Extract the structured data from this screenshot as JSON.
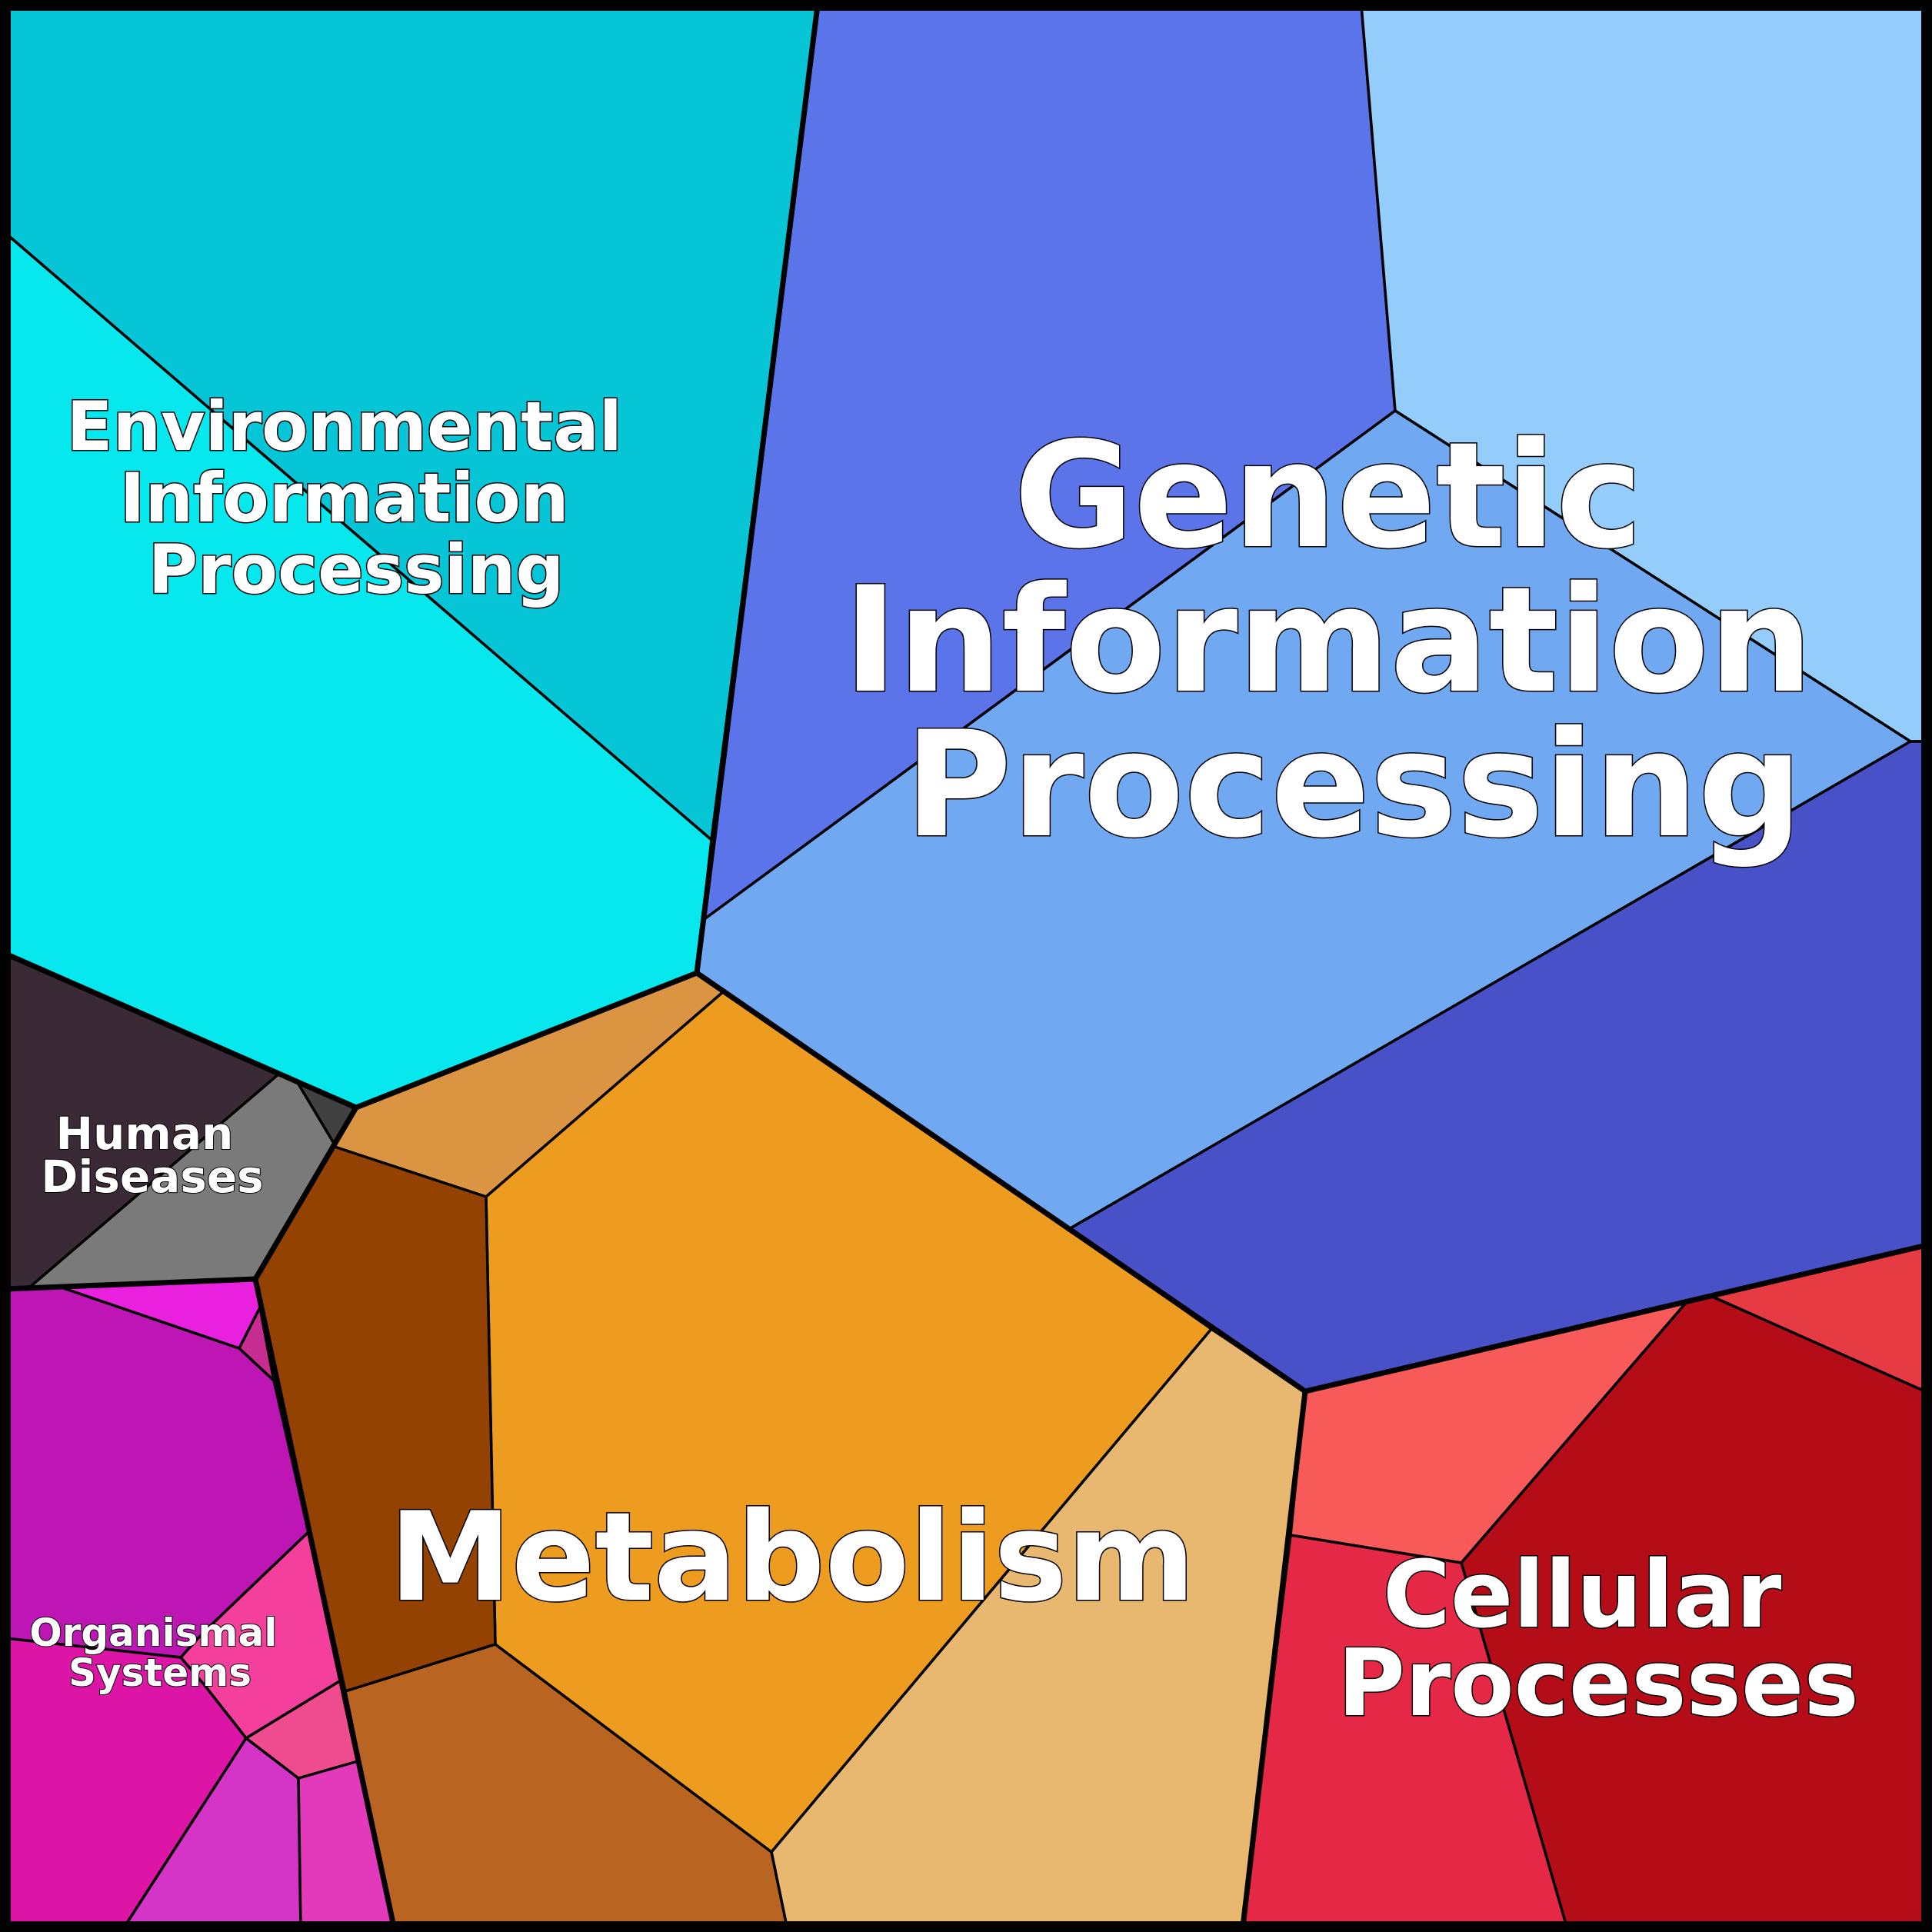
{
  "diagram": {
    "type": "voronoi-treemap",
    "groups": [
      {
        "id": "environmental",
        "label": [
          "Environmental",
          "Information",
          "Processing"
        ],
        "colors": [
          "#05C5D7",
          "#06E8EE"
        ]
      },
      {
        "id": "genetic",
        "label": [
          "Genetic",
          "Information",
          "Processing"
        ],
        "colors": [
          "#5B74E9",
          "#94CDFC",
          "#71A8F2",
          "#4951C9"
        ]
      },
      {
        "id": "human",
        "label": [
          "Human",
          "Diseases"
        ],
        "colors": [
          "#392A36",
          "#7A7A7A",
          "#414141"
        ]
      },
      {
        "id": "metabolism",
        "label": [
          "Metabolism"
        ],
        "colors": [
          "#DA9442",
          "#ED9C20",
          "#934202",
          "#E8B870",
          "#BA6422"
        ]
      },
      {
        "id": "organismal",
        "label": [
          "Organismal",
          "Systems"
        ],
        "colors": [
          "#BD16B4",
          "#EA20DF",
          "#C72C91",
          "#F43F9C",
          "#DC15A6",
          "#D435C7",
          "#E33ABB",
          "#EF4C90"
        ]
      },
      {
        "id": "cellular",
        "label": [
          "Cellular",
          "Processes"
        ],
        "colors": [
          "#F85A5A",
          "#E73B43",
          "#B40D17",
          "#E62847"
        ]
      }
    ]
  }
}
